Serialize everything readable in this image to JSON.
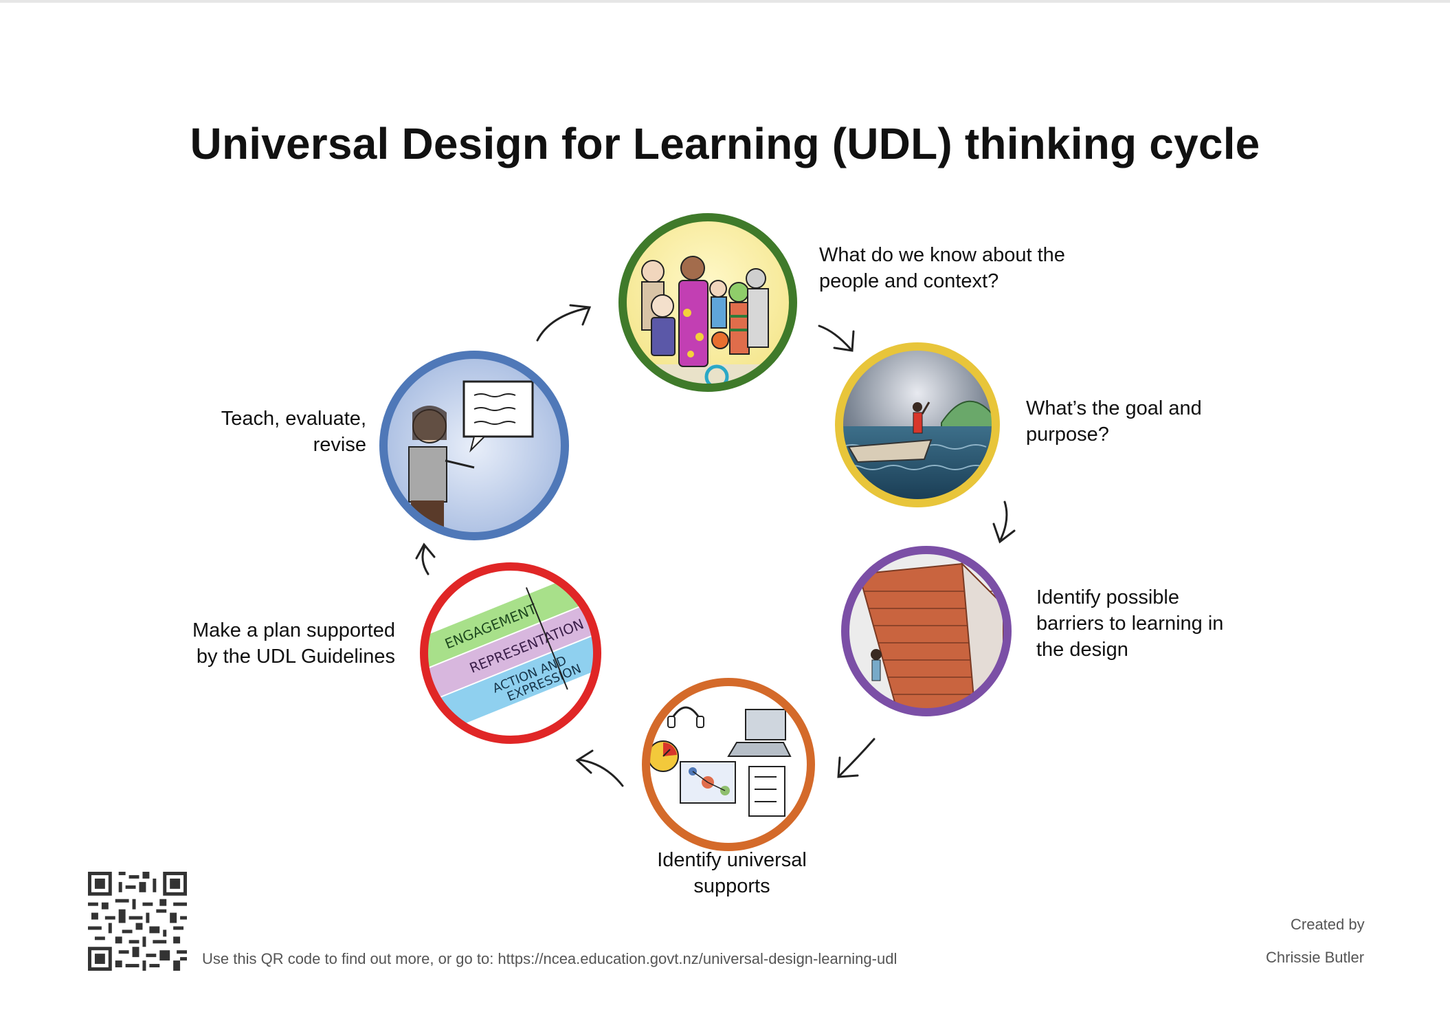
{
  "title": "Universal Design for Learning (UDL) thinking cycle",
  "steps": [
    {
      "text": "What do we know about the people and context?",
      "color": "#3f7a2a"
    },
    {
      "text": "What’s the goal and purpose?",
      "color": "#e8c53a"
    },
    {
      "text": "Identify possible barriers to learning in the design",
      "color": "#7b4fa6"
    },
    {
      "text": "Identify universal supports",
      "color": "#d46a2a"
    },
    {
      "text": "Make a plan supported by the UDL Guidelines",
      "color": "#e02626"
    },
    {
      "text": "Teach, evaluate, revise",
      "color": "#4f78b8"
    }
  ],
  "labels": {
    "s1_line1": "What do we know about the",
    "s1_line2": "people and context?",
    "s2_line1": "What’s the goal and",
    "s2_line2": "purpose?",
    "s3_line1": "Identify possible",
    "s3_line2": "barriers to learning in",
    "s3_line3": "the design",
    "s4_line1": "Identify universal",
    "s4_line2": "supports",
    "s5_line1": "Make a plan supported",
    "s5_line2": "by the UDL Guidelines",
    "s6_line1": "Teach, evaluate,",
    "s6_line2": "revise"
  },
  "guidelines_bands": [
    "ENGAGEMENT",
    "REPRESENTATION",
    "ACTION AND",
    "EXPRESSION"
  ],
  "footer": {
    "qr_text": "Use this QR code to find out more, or go to: https://ncea.education.govt.nz/universal-design-learning-udl",
    "created_by": "Created by",
    "author": "Chrissie Butler"
  }
}
